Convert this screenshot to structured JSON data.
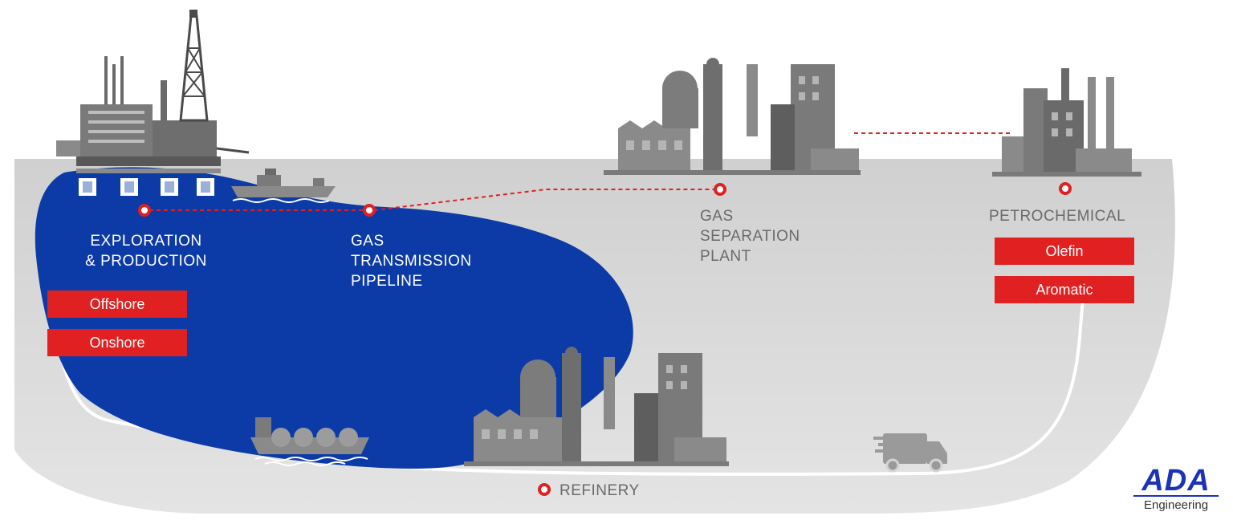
{
  "stages": {
    "exploration": "EXPLORATION\n& PRODUCTION",
    "pipeline": "GAS\nTRANSMISSION\nPIPELINE",
    "gas_separation": "GAS\nSEPARATION\nPLANT",
    "petrochemical": "PETROCHEMICAL",
    "refinery": "REFINERY"
  },
  "tags": {
    "offshore": "Offshore",
    "onshore": "Onshore",
    "olefin": "Olefin",
    "aromatic": "Aromatic"
  },
  "logo": {
    "name": "ADA",
    "subtitle": "Engineering"
  },
  "colors": {
    "accent_red": "#e02021",
    "ocean_blue": "#0c3ba8",
    "ground_gray": "#d4d4d4",
    "brand_blue": "#1a33b8"
  },
  "icons": [
    "offshore-platform-icon",
    "supply-boat-icon",
    "gas-plant-icon",
    "petrochemical-plant-icon",
    "refinery-icon",
    "lng-tanker-icon",
    "delivery-truck-icon"
  ]
}
